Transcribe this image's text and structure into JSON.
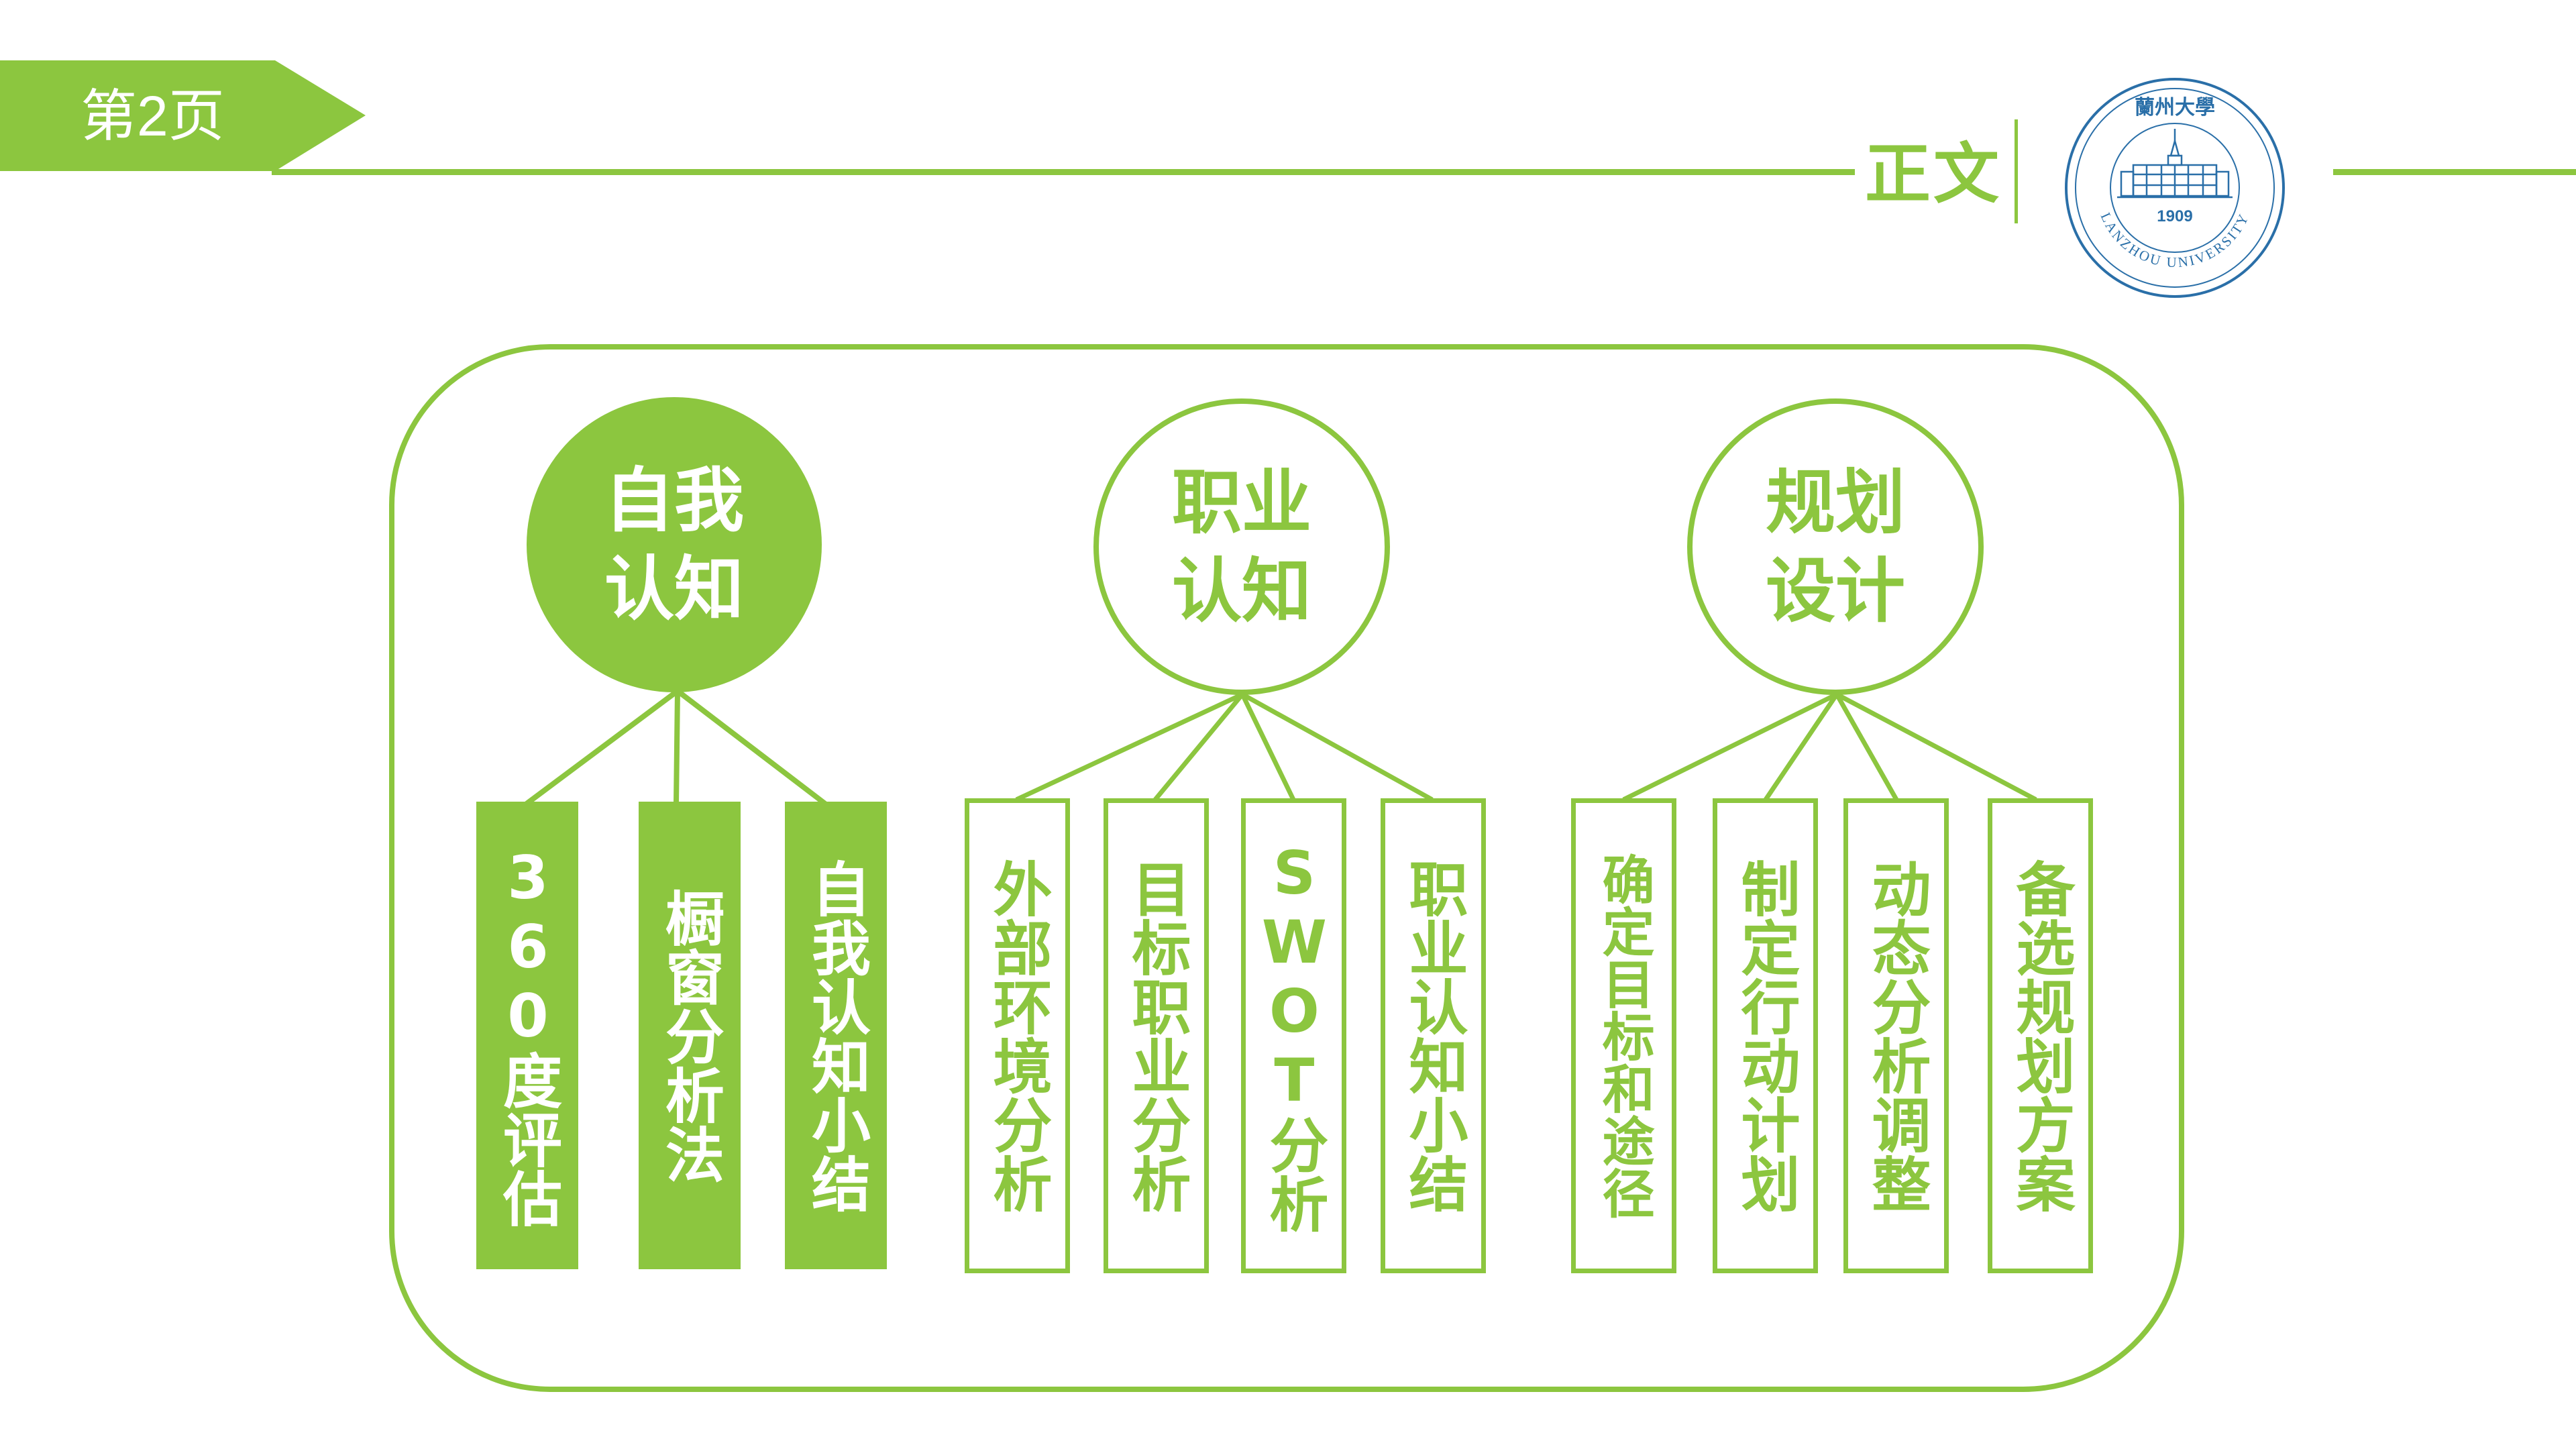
{
  "header": {
    "page_label": "第2页",
    "section_title": "正文",
    "logo": {
      "icon": "university-seal",
      "caption": "LANZHOU UNIVERSITY",
      "year": "1909",
      "calligraphy": "蘭州大學"
    }
  },
  "colors": {
    "accent": "#8cc63f",
    "logo_blue": "#2a6fa8",
    "background": "#ffffff"
  },
  "groups": [
    {
      "title": "自我认知",
      "title_lines": [
        "自我",
        "认知"
      ],
      "style": "filled",
      "items": [
        {
          "label": "360度评估",
          "style": "filled"
        },
        {
          "label": "橱窗分析法",
          "style": "filled"
        },
        {
          "label": "自我认知小结",
          "style": "filled"
        }
      ]
    },
    {
      "title": "职业认知",
      "title_lines": [
        "职业",
        "认知"
      ],
      "style": "outline",
      "items": [
        {
          "label": "外部环境分析",
          "style": "outline"
        },
        {
          "label": "目标职业分析",
          "style": "outline"
        },
        {
          "label": "SWOT分析",
          "style": "outline"
        },
        {
          "label": "职业认知小结",
          "style": "outline"
        }
      ]
    },
    {
      "title": "规划设计",
      "title_lines": [
        "规划",
        "设计"
      ],
      "style": "outline",
      "items": [
        {
          "label": "确定目标和途径",
          "style": "outline"
        },
        {
          "label": "制定行动计划",
          "style": "outline"
        },
        {
          "label": "动态分析调整",
          "style": "outline"
        },
        {
          "label": "备选规划方案",
          "style": "outline"
        }
      ]
    }
  ]
}
